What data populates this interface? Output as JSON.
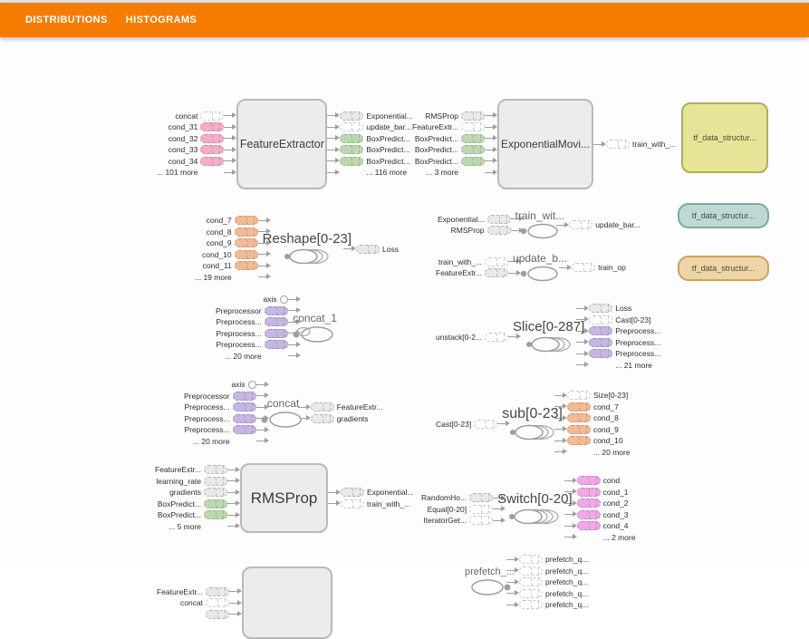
{
  "header": {
    "tabs": [
      {
        "label": "DISTRIBUTIONS"
      },
      {
        "label": "HISTOGRAMS"
      }
    ]
  },
  "colors": {
    "header_orange": "#F57C00",
    "chip_gray": "#e9e9e9",
    "chip_pink": "#f3aec7",
    "chip_green": "#bcd8b0",
    "chip_orange": "#f2bb97",
    "chip_purple": "#c6b7e2",
    "chip_magenta": "#f0a9e6",
    "box_yellow": "#e7e497",
    "box_teal": "#bdd8d5",
    "box_tan": "#eed5a7",
    "node_fill": "#ececec"
  },
  "graph": {
    "feature_extractor": {
      "title": "FeatureExtractor",
      "inputs": [
        {
          "label": "concat",
          "color": "outline"
        },
        {
          "label": "cond_31",
          "color": "pink"
        },
        {
          "label": "cond_32",
          "color": "pink"
        },
        {
          "label": "cond_33",
          "color": "pink"
        },
        {
          "label": "cond_34",
          "color": "pink"
        },
        {
          "label": "... 101 more",
          "color": "none"
        }
      ],
      "outputs": [
        {
          "label": "Exponential...",
          "color": "gray"
        },
        {
          "label": "update_bar...",
          "color": "outline"
        },
        {
          "label": "BoxPredict...",
          "color": "green"
        },
        {
          "label": "BoxPredict...",
          "color": "green"
        },
        {
          "label": "BoxPredict...",
          "color": "green"
        },
        {
          "label": "... 116 more",
          "color": "none"
        }
      ]
    },
    "exp_moving": {
      "title": "ExponentialMovi...",
      "inputs": [
        {
          "label": "RMSProp",
          "color": "gray"
        },
        {
          "label": "FeatureExtr...",
          "color": "outline"
        },
        {
          "label": "BoxPredict...",
          "color": "green"
        },
        {
          "label": "BoxPredict...",
          "color": "green"
        },
        {
          "label": "BoxPredict...",
          "color": "green"
        },
        {
          "label": "... 3 more",
          "color": "none"
        }
      ],
      "outputs": [
        {
          "label": "train_with_...",
          "color": "outline"
        }
      ]
    },
    "reshape": {
      "title": "Reshape[0-23]",
      "inputs": [
        {
          "label": "cond_7",
          "color": "orange"
        },
        {
          "label": "cond_8",
          "color": "orange"
        },
        {
          "label": "cond_9",
          "color": "orange"
        },
        {
          "label": "cond_10",
          "color": "orange"
        },
        {
          "label": "cond_11",
          "color": "orange"
        },
        {
          "label": "... 19 more",
          "color": "none"
        }
      ],
      "outputs": [
        {
          "label": "Loss",
          "color": "gray"
        }
      ]
    },
    "train_wit": {
      "title": "train_wit...",
      "inputs": [
        {
          "label": "Exponential...",
          "color": "gray"
        },
        {
          "label": "RMSProp",
          "color": "gray"
        }
      ],
      "outputs": [
        {
          "label": "update_bar...",
          "color": "outline"
        }
      ]
    },
    "update_b": {
      "title": "update_b...",
      "inputs": [
        {
          "label": "train_with_...",
          "color": "outline"
        },
        {
          "label": "FeatureExtr...",
          "color": "gray"
        }
      ],
      "outputs": [
        {
          "label": "train_op",
          "color": "outline"
        }
      ]
    },
    "concat_1": {
      "title": "concat_1",
      "inputs": [
        {
          "label": "axis",
          "color": "circle"
        },
        {
          "label": "Preprocessor",
          "color": "purple"
        },
        {
          "label": "Preprocess...",
          "color": "purple"
        },
        {
          "label": "Preprocess...",
          "color": "purple"
        },
        {
          "label": "Preprocess...",
          "color": "purple"
        },
        {
          "label": "... 20 more",
          "color": "none"
        }
      ],
      "outputs": []
    },
    "slice": {
      "title": "Slice[0-287]",
      "inputs": [
        {
          "label": "unstack[0-2...",
          "color": "outline"
        }
      ],
      "outputs": [
        {
          "label": "Loss",
          "color": "gray"
        },
        {
          "label": "Cast[0-23]",
          "color": "outline"
        },
        {
          "label": "Preprocess...",
          "color": "purple"
        },
        {
          "label": "Preprocess...",
          "color": "purple"
        },
        {
          "label": "Preprocess...",
          "color": "purple"
        },
        {
          "label": "... 21 more",
          "color": "none"
        }
      ]
    },
    "concat": {
      "title": "concat",
      "inputs": [
        {
          "label": "axis",
          "color": "circle"
        },
        {
          "label": "Preprocessor",
          "color": "purple"
        },
        {
          "label": "Preprocess...",
          "color": "purple"
        },
        {
          "label": "Preprocess...",
          "color": "purple"
        },
        {
          "label": "Preprocess...",
          "color": "purple"
        },
        {
          "label": "... 20 more",
          "color": "none"
        }
      ],
      "outputs": [
        {
          "label": "FeatureExtr...",
          "color": "gray"
        },
        {
          "label": "gradients",
          "color": "gray"
        }
      ]
    },
    "sub": {
      "title": "sub[0-23]",
      "inputs": [
        {
          "label": "Cast[0-23]",
          "color": "outline"
        }
      ],
      "outputs": [
        {
          "label": "Size[0-23]",
          "color": "outline"
        },
        {
          "label": "cond_7",
          "color": "orange"
        },
        {
          "label": "cond_8",
          "color": "orange"
        },
        {
          "label": "cond_9",
          "color": "orange"
        },
        {
          "label": "cond_10",
          "color": "orange"
        },
        {
          "label": "... 20 more",
          "color": "none"
        }
      ]
    },
    "rmsprop": {
      "title": "RMSProp",
      "inputs": [
        {
          "label": "FeatureExtr...",
          "color": "gray"
        },
        {
          "label": "learning_rate",
          "color": "gray"
        },
        {
          "label": "gradients",
          "color": "gray"
        },
        {
          "label": "BoxPredict...",
          "color": "green"
        },
        {
          "label": "BoxPredict...",
          "color": "green"
        },
        {
          "label": "... 5 more",
          "color": "none"
        }
      ],
      "outputs": [
        {
          "label": "Exponential...",
          "color": "gray"
        },
        {
          "label": "train_with_...",
          "color": "outline"
        }
      ]
    },
    "switch": {
      "title": "Switch[0-20]",
      "inputs": [
        {
          "label": "RandomHo...",
          "color": "gray"
        },
        {
          "label": "Equal[0-20]",
          "color": "outline"
        },
        {
          "label": "IteratorGet...",
          "color": "outline"
        }
      ],
      "outputs": [
        {
          "label": "cond",
          "color": "magenta"
        },
        {
          "label": "cond_1",
          "color": "magenta"
        },
        {
          "label": "cond_2",
          "color": "magenta"
        },
        {
          "label": "cond_3",
          "color": "magenta"
        },
        {
          "label": "cond_4",
          "color": "magenta"
        },
        {
          "label": "... 2 more",
          "color": "none"
        }
      ]
    },
    "bottom_node": {
      "title": "",
      "inputs": [
        {
          "label": "FeatureExtr...",
          "color": "gray"
        },
        {
          "label": "concat",
          "color": "outline"
        },
        {
          "label": "",
          "color": "gray"
        }
      ]
    },
    "prefetch": {
      "title": "prefetch_...",
      "outputs": [
        {
          "label": "prefetch_q...",
          "color": "outline"
        },
        {
          "label": "prefetch_q...",
          "color": "outline"
        },
        {
          "label": "prefetch_q...",
          "color": "outline"
        },
        {
          "label": "prefetch_q...",
          "color": "outline"
        },
        {
          "label": "prefetch_q...",
          "color": "outline"
        }
      ]
    },
    "boxes": [
      {
        "label": "tf_data_structur..."
      },
      {
        "label": "tf_data_structur..."
      },
      {
        "label": "tf_data_structur..."
      }
    ]
  }
}
